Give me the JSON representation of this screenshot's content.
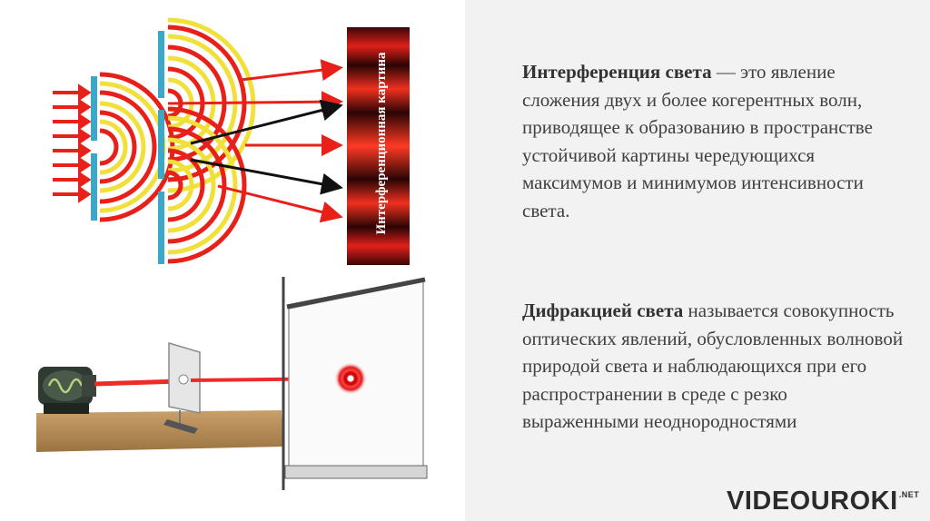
{
  "slide": {
    "interference": {
      "term": "Интерференция света",
      "definition": " — это явление сложения двух и более когерентных волн, приводящее к образованию в пространстве устойчивой картины чередующихся максимумов и минимумов интенсивности света."
    },
    "diffraction": {
      "term": "Дифракцией света",
      "definition": " называется совокупность оптических явлений, обусловленных волновой природой света и наблюдающихся при его распространении в среде с резко выраженными неоднородностями"
    },
    "figure_interference": {
      "screen_label": "Интерференционная картина"
    },
    "logo": {
      "main": "VIDEOUROKI",
      "suffix": ".NET"
    }
  },
  "colors": {
    "red_wave": "#e8201a",
    "yellow_wave": "#f2e03a",
    "slit_blue": "#3ba7c9",
    "screen_dark": "#2a0505",
    "text": "#404040",
    "panel_bg": "#f2f2f2"
  }
}
